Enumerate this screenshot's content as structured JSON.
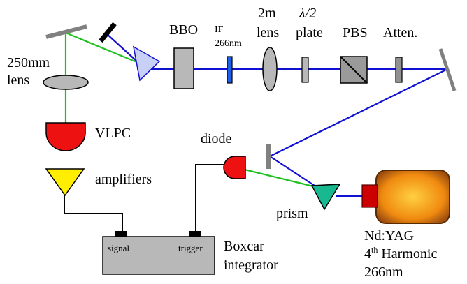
{
  "labels": {
    "mirror_lens": "250mm",
    "mirror_lens_2": "lens",
    "bbo": "BBO",
    "if_1": "IF",
    "if_2": "266nm",
    "lens2m_1": "2m",
    "lens2m_2": "lens",
    "halfwave_1": "λ/2",
    "halfwave_2": "plate",
    "pbs": "PBS",
    "atten": "Atten.",
    "vlpc": "VLPC",
    "amplifiers": "amplifiers",
    "diode": "diode",
    "prism": "prism",
    "signal": "signal",
    "trigger": "trigger",
    "boxcar_1": "Boxcar",
    "boxcar_2": "integrator",
    "ndyag_1": "Nd:YAG",
    "ndyag_2a": "4",
    "ndyag_2sup": "th",
    "ndyag_2b": " Harmonic",
    "ndyag_3": "266nm"
  },
  "colors": {
    "blue_beam": "#1010d0",
    "green_beam": "#20c020",
    "mirror_gray": "#808080",
    "optic_gray": "#b8b8b8",
    "prism_blue": "#c8d0f8",
    "prism_teal": "#18b890",
    "if_blue": "#1e5ee8",
    "detector_red": "#ee1111",
    "amp_yellow": "#ffee00",
    "laser_orange": "#f0a020",
    "laser_head": "#cc0000"
  }
}
